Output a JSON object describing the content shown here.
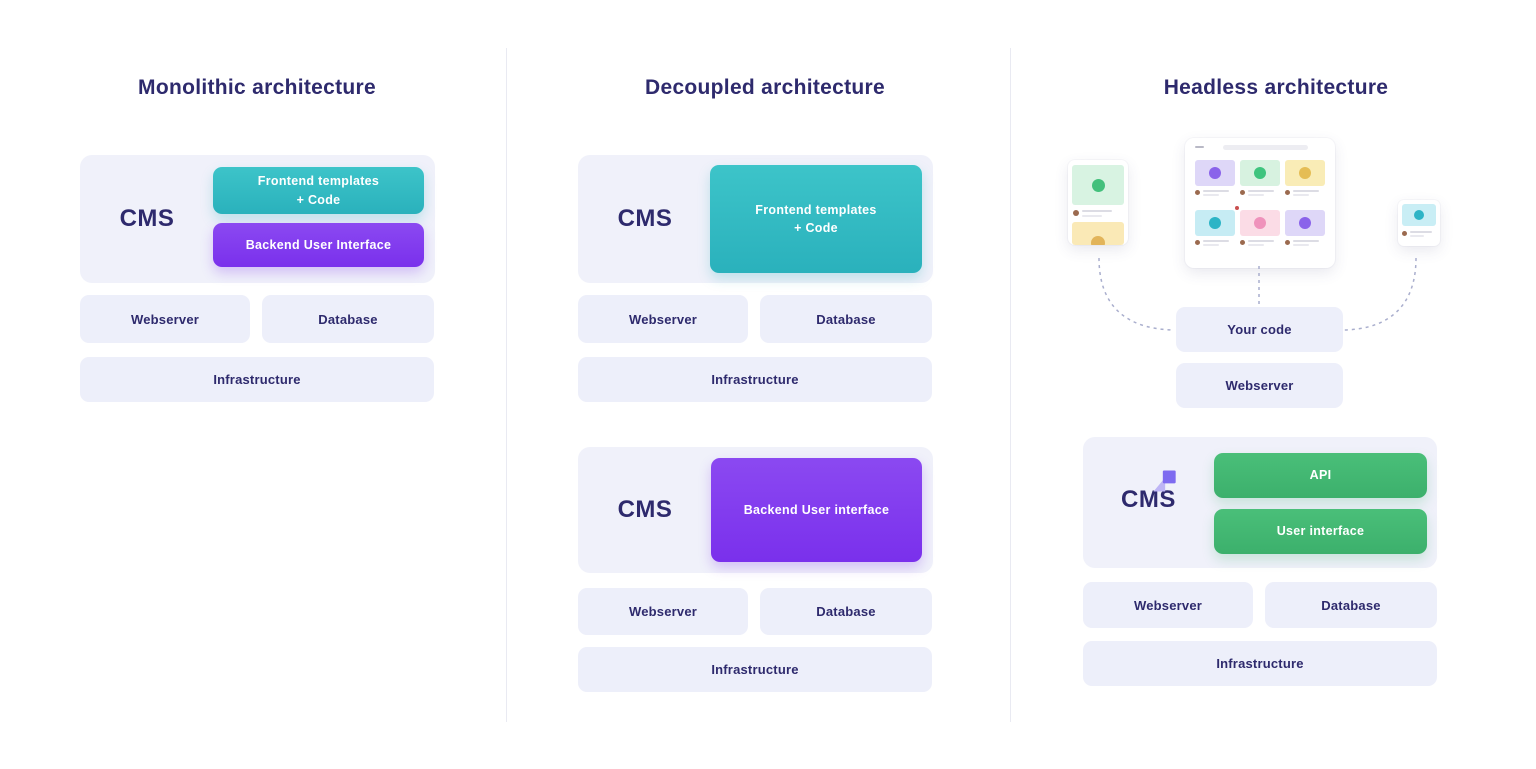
{
  "colors": {
    "navy": "#2e2a6d",
    "teal": "#31b9c1",
    "purple": "#7f3bee",
    "green": "#41b873",
    "chip_background": "#edeffa",
    "connector": "#a9aecd"
  },
  "monolithic": {
    "title": "Monolithic architecture",
    "cms_label": "CMS",
    "frontend_line1": "Frontend templates",
    "frontend_line2": "+ Code",
    "backend_label": "Backend User Interface",
    "webserver": "Webserver",
    "database": "Database",
    "infrastructure": "Infrastructure"
  },
  "decoupled": {
    "title": "Decoupled architecture",
    "frontend_block": {
      "cms_label": "CMS",
      "frontend_line1": "Frontend templates",
      "frontend_line2": "+ Code",
      "webserver": "Webserver",
      "database": "Database",
      "infrastructure": "Infrastructure"
    },
    "backend_block": {
      "cms_label": "CMS",
      "backend_label": "Backend User interface",
      "webserver": "Webserver",
      "database": "Database",
      "infrastructure": "Infrastructure"
    }
  },
  "headless": {
    "title": "Headless architecture",
    "your_code": "Your code",
    "webserver_top": "Webserver",
    "cms_label": "CMS",
    "api_label": "API",
    "user_interface_label": "User interface",
    "webserver": "Webserver",
    "database": "Database",
    "infrastructure": "Infrastructure"
  }
}
